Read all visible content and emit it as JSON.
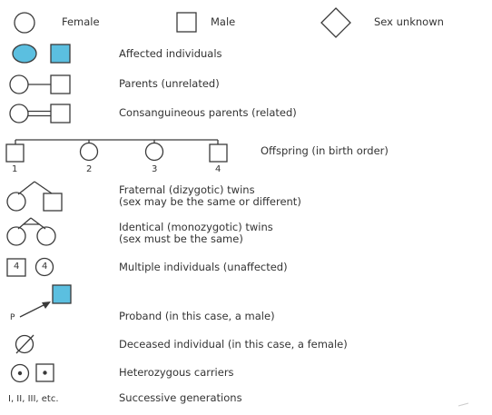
{
  "colors": {
    "stroke": "#3a3a3a",
    "affected_fill": "#5bbfe0",
    "text": "#333333"
  },
  "legend": {
    "female": "Female",
    "male": "Male",
    "sex_unknown": "Sex unknown",
    "affected": "Affected individuals",
    "parents": "Parents (unrelated)",
    "consanguineous": "Consanguineous parents (related)",
    "offspring": "Offspring (in birth order)",
    "offspring_numbers": [
      "1",
      "2",
      "3",
      "4"
    ],
    "fraternal_line1": "Fraternal (dizygotic) twins",
    "fraternal_line2": "(sex may be the same or different)",
    "identical_line1": "Identical (monozygotic) twins",
    "identical_line2": "(sex must be the same)",
    "multiple_count": "4",
    "multiple": "Multiple individuals (unaffected)",
    "proband_marker": "P",
    "proband": "Proband (in this case, a male)",
    "deceased": "Deceased individual (in this case, a female)",
    "carriers": "Heterozygous carriers",
    "generations_symbol": "I, II, III, etc.",
    "generations": "Successive generations"
  }
}
